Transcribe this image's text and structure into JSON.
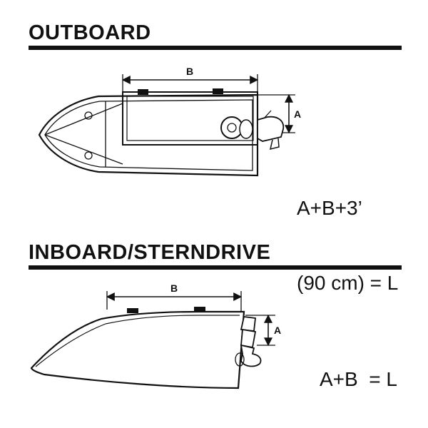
{
  "page": {
    "background": "#ffffff",
    "line_color": "#111111"
  },
  "outboard": {
    "title": "OUTBOARD",
    "dim_b_label": "B",
    "dim_a_label": "A",
    "formula_line1": "A+B+3’",
    "formula_line2": "(90 cm) = L"
  },
  "inboard": {
    "title": "INBOARD/STERNDRIVE",
    "dim_b_label": "B",
    "dim_a_label": "A",
    "formula": "A+B  = L"
  }
}
